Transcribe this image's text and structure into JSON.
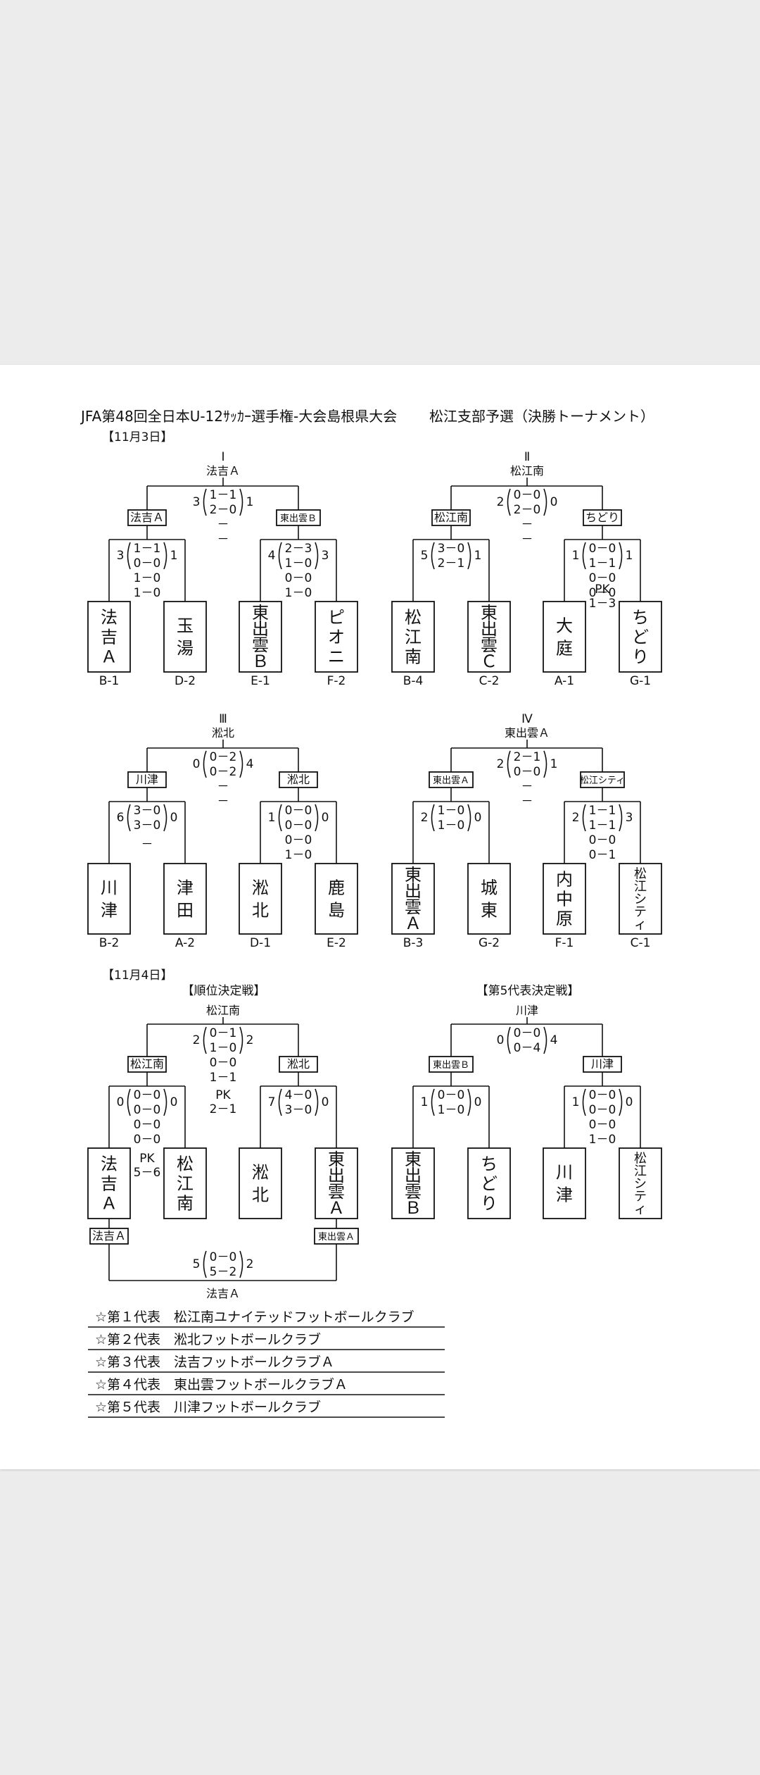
{
  "header": {
    "title": "JFA第48回全日本U-12ｻｯｶｰ選手権-大会島根県大会",
    "subtitle": "松江支部予選（決勝トーナメント）",
    "day1": "【11月3日】",
    "day2": "【11月4日】"
  },
  "brackets": [
    {
      "roman": "Ⅰ",
      "winner": "法吉Ａ",
      "final": {
        "s1": "3",
        "s2": "1",
        "halves": [
          "1－1",
          "2－0"
        ],
        "extra": [
          "－",
          "－"
        ]
      },
      "semis": [
        {
          "label": "法吉Ａ",
          "s1": "3",
          "s2": "1",
          "rows": [
            "1－1",
            "0－0",
            "1－0",
            "1－0"
          ]
        },
        {
          "label": "東出雲Ｂ",
          "s1": "4",
          "s2": "3",
          "rows": [
            "2－3",
            "1－0",
            "0－0",
            "1－0"
          ]
        }
      ],
      "teams": [
        {
          "chars": [
            "法",
            "吉",
            "Ａ"
          ],
          "code": "B-1"
        },
        {
          "chars": [
            "玉",
            "湯"
          ],
          "code": "D-2"
        },
        {
          "chars": [
            "東",
            "出",
            "雲",
            "Ｂ"
          ],
          "code": "E-1"
        },
        {
          "chars": [
            "ピ",
            "オ",
            "ニ"
          ],
          "code": "F-2"
        }
      ]
    },
    {
      "roman": "Ⅱ",
      "winner": "松江南",
      "final": {
        "s1": "2",
        "s2": "0",
        "halves": [
          "0－0",
          "2－0"
        ],
        "extra": [
          "－",
          "－"
        ]
      },
      "semis": [
        {
          "label": "松江南",
          "s1": "5",
          "s2": "1",
          "rows": [
            "3－0",
            "2－1"
          ]
        },
        {
          "label": "ちどり",
          "s1": "1",
          "s2": "1",
          "rows": [
            "0－0",
            "1－1",
            "0－0",
            "0－0"
          ],
          "pk": "PK",
          "pkscore": "1－3"
        }
      ],
      "teams": [
        {
          "chars": [
            "松",
            "江",
            "南"
          ],
          "code": "B-4"
        },
        {
          "chars": [
            "東",
            "出",
            "雲",
            "Ｃ"
          ],
          "code": "C-2"
        },
        {
          "chars": [
            "大",
            "庭"
          ],
          "code": "A-1"
        },
        {
          "chars": [
            "ち",
            "ど",
            "り"
          ],
          "code": "G-1"
        }
      ]
    },
    {
      "roman": "Ⅲ",
      "winner": "淞北",
      "final": {
        "s1": "0",
        "s2": "4",
        "halves": [
          "0－2",
          "0－2"
        ],
        "extra": [
          "－",
          "－"
        ]
      },
      "semis": [
        {
          "label": "川津",
          "s1": "6",
          "s2": "0",
          "rows": [
            "3－0",
            "3－0"
          ],
          "dash": "－"
        },
        {
          "label": "淞北",
          "s1": "1",
          "s2": "0",
          "rows": [
            "0－0",
            "0－0",
            "0－0",
            "1－0"
          ]
        }
      ],
      "teams": [
        {
          "chars": [
            "川",
            "津"
          ],
          "code": "B-2"
        },
        {
          "chars": [
            "津",
            "田"
          ],
          "code": "A-2"
        },
        {
          "chars": [
            "淞",
            "北"
          ],
          "code": "D-1"
        },
        {
          "chars": [
            "鹿",
            "島"
          ],
          "code": "E-2"
        }
      ]
    },
    {
      "roman": "Ⅳ",
      "winner": "東出雲Ａ",
      "final": {
        "s1": "2",
        "s2": "1",
        "halves": [
          "2－1",
          "0－0"
        ],
        "extra": [
          "－",
          "－"
        ]
      },
      "semis": [
        {
          "label": "東出雲Ａ",
          "s1": "2",
          "s2": "0",
          "rows": [
            "1－0",
            "1－0"
          ]
        },
        {
          "label": "松江シティ",
          "s1": "2",
          "s2": "3",
          "rows": [
            "1－1",
            "1－1",
            "0－0",
            "0－1"
          ]
        }
      ],
      "teams": [
        {
          "chars": [
            "東",
            "出",
            "雲",
            "Ａ"
          ],
          "code": "B-3"
        },
        {
          "chars": [
            "城",
            "東"
          ],
          "code": "G-2"
        },
        {
          "chars": [
            "内",
            "中",
            "原"
          ],
          "code": "F-1"
        },
        {
          "chars": [
            "松",
            "江",
            "シ",
            "テ",
            "ィ"
          ],
          "code": "C-1"
        }
      ]
    }
  ],
  "placement": {
    "heading": "【順位決定戦】",
    "winner": "松江南",
    "final": {
      "s1": "2",
      "s2": "2",
      "rows": [
        "0－1",
        "1－0",
        "0－0",
        "1－1"
      ],
      "pk": "PK",
      "pkscore": "2－1"
    },
    "semis": [
      {
        "label": "松江南",
        "s1": "0",
        "s2": "0",
        "rows": [
          "0－0",
          "0－0",
          "0－0",
          "0－0"
        ],
        "pk": "PK",
        "pkscore": "5－6"
      },
      {
        "label": "淞北",
        "s1": "7",
        "s2": "0",
        "rows": [
          "4－0",
          "3－0"
        ]
      }
    ],
    "teams": [
      {
        "chars": [
          "法",
          "吉",
          "Ａ"
        ]
      },
      {
        "chars": [
          "松",
          "江",
          "南"
        ]
      },
      {
        "chars": [
          "淞",
          "北"
        ]
      },
      {
        "chars": [
          "東",
          "出",
          "雲",
          "Ａ"
        ]
      }
    ],
    "third": {
      "left": "法吉Ａ",
      "right": "東出雲Ａ",
      "s1": "5",
      "s2": "2",
      "rows": [
        "0－0",
        "5－2"
      ],
      "winner": "法吉Ａ"
    }
  },
  "fifth": {
    "heading": "【第5代表決定戦】",
    "winner": "川津",
    "final": {
      "s1": "0",
      "s2": "4",
      "rows": [
        "0－0",
        "0－4"
      ]
    },
    "semis": [
      {
        "label": "東出雲Ｂ",
        "s1": "1",
        "s2": "0",
        "rows": [
          "0－0",
          "1－0"
        ]
      },
      {
        "label": "川津",
        "s1": "1",
        "s2": "0",
        "rows": [
          "0－0",
          "0－0",
          "0－0",
          "1－0"
        ]
      }
    ],
    "teams": [
      {
        "chars": [
          "東",
          "出",
          "雲",
          "Ｂ"
        ]
      },
      {
        "chars": [
          "ち",
          "ど",
          "り"
        ]
      },
      {
        "chars": [
          "川",
          "津"
        ]
      },
      {
        "chars": [
          "松",
          "江",
          "シ",
          "テ",
          "ィ"
        ]
      }
    ]
  },
  "representatives": [
    "☆第１代表　松江南ユナイテッドフットボールクラブ",
    "☆第２代表　淞北フットボールクラブ",
    "☆第３代表　法吉フットボールクラブＡ",
    "☆第４代表　東出雲フットボールクラブＡ",
    "☆第５代表　川津フットボールクラブ"
  ]
}
